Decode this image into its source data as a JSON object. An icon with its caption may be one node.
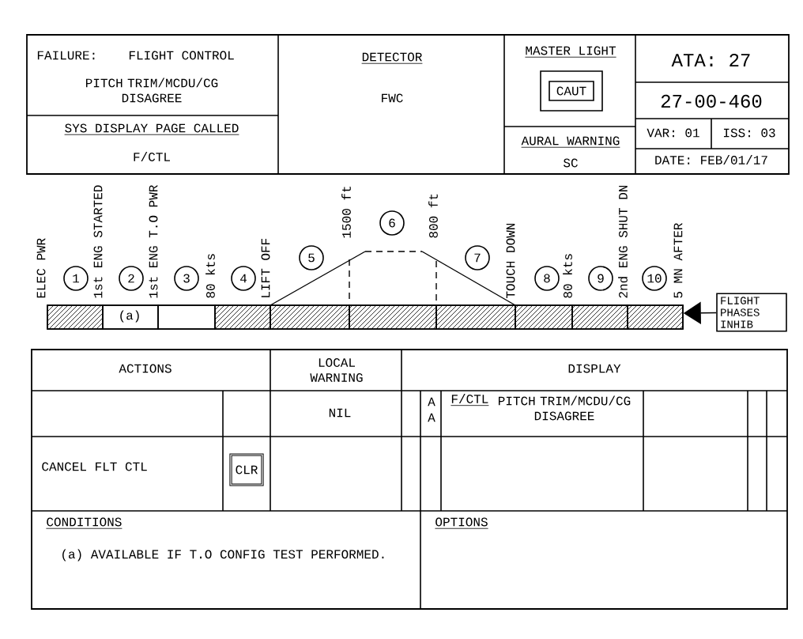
{
  "diagram": {
    "nodes": [
      {
        "text": [
          "CAUT"
        ]
      },
      {
        "text": [
          "1"
        ]
      },
      {
        "text": [
          "2"
        ]
      },
      {
        "text": [
          "3"
        ]
      },
      {
        "text": [
          "4"
        ]
      },
      {
        "text": [
          "5"
        ]
      },
      {
        "text": [
          "6"
        ]
      },
      {
        "text": [
          "7"
        ]
      },
      {
        "text": [
          "8"
        ]
      },
      {
        "text": [
          "9"
        ]
      },
      {
        "text": [
          "10"
        ]
      },
      {
        "text": [
          "FLIGHT PHASES INHIB"
        ]
      },
      {
        "text": [
          "CLR"
        ]
      },
      {
        "text": [],
        "shape": "bar"
      }
    ],
    "edges": [
      {
        "from": 11,
        "to": 13,
        "arrow": "to"
      }
    ],
    "labels": [
      "FAILURE:",
      "FLIGHT CONTROL",
      "PITCH TRIM/MCDU/CG DISAGREE",
      "DETECTOR",
      "FWC",
      "MASTER LIGHT",
      "ATA: 27",
      "27-00-460",
      "SYS DISPLAY PAGE CALLED",
      "F/CTL",
      "AURAL WARNING",
      "SC",
      "VAR: 01",
      "ISS: 03",
      "DATE: FEB/01/17",
      "ELEC PWR",
      "1st ENG STARTED",
      "1st ENG T.O PWR",
      "80 kts",
      "LIFT OFF",
      "1500 ft",
      "800 ft",
      "TOUCH DOWN",
      "80 kts",
      "2nd ENG SHUT DN",
      "5 MN AFTER",
      "(a)",
      "ACTIONS",
      "LOCAL WARNING",
      "DISPLAY",
      "NIL",
      "A",
      "A",
      "F/CTL",
      "PITCH TRIM/MCDU/CG DISAGREE",
      "CANCEL FLT CTL",
      "CONDITIONS",
      "(a) AVAILABLE IF T.O CONFIG TEST PERFORMED.",
      "OPTIONS"
    ]
  }
}
